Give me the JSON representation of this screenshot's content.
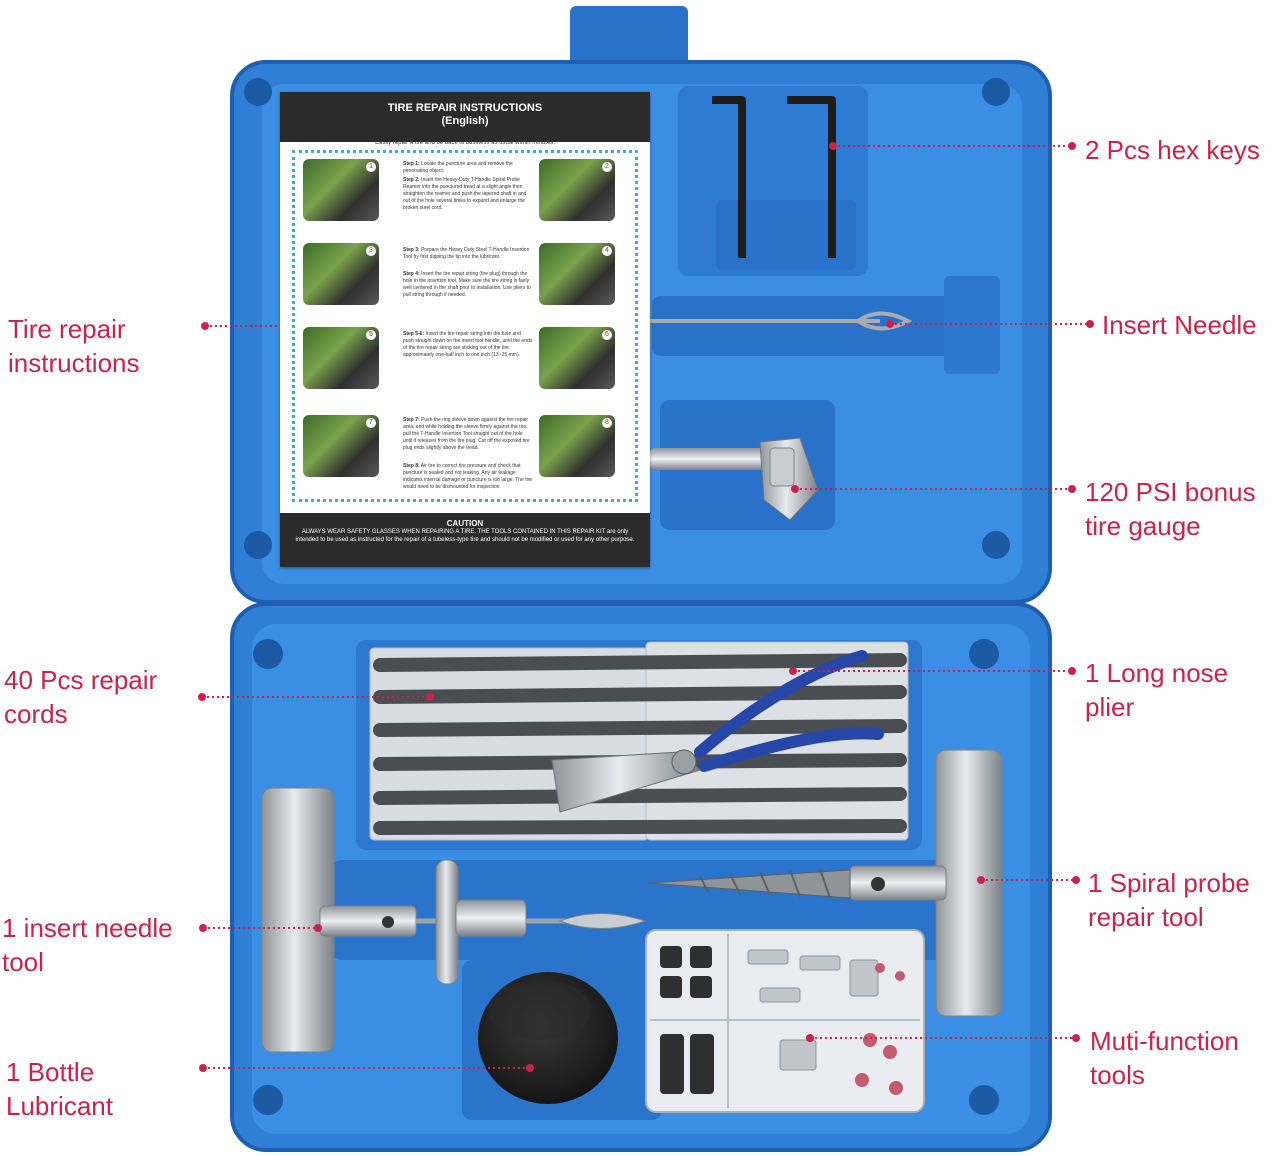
{
  "labels": {
    "hex_keys": "2 Pcs hex keys",
    "tire_instructions": "Tire repair\ninstructions",
    "insert_needle": "Insert Needle",
    "tire_gauge": "120 PSI bonus\ntire gauge",
    "repair_cords": "40 Pcs repair\ncords",
    "long_nose_plier": "1 Long nose\nplier",
    "spiral_probe": "1 Spiral probe\nrepair tool",
    "insert_needle_tool": "1 insert needle\ntool",
    "bottle_lubricant": "1 Bottle\nLubricant",
    "multi_function": "Muti-function\ntools"
  },
  "instruction_sheet": {
    "title": "TIRE REPAIR INSTRUCTIONS",
    "subtitle": "(English)",
    "tagline": "Easily repair a tire and be back to business as usual within minutes.",
    "steps": [
      {
        "n": "1",
        "label": "Step 1:",
        "text": "Locate the puncture area and remove the penetrating object."
      },
      {
        "n": "2",
        "label": "Step 2:",
        "text": "Insert the Heavy-Duty T-Handle Spiral Probe Reamer into the punctured tread at a slight angle then straighten the reamer and push the tapered shaft in and out of the hole several times to expand and enlarge the broken steel cord."
      },
      {
        "n": "3",
        "label": "Step 3:",
        "text": "Prepare the Heavy Duty Steel T-Handle Insertion Tool by first dipping the tip into the lubricant."
      },
      {
        "n": "4",
        "label": "Step 4:",
        "text": "Insert the tire repair string (tire plug) through the hole in the insertion tool. Make sure the tire string is fairly well centered in the shaft prior to installation. Use pliers to pull string through if needed."
      },
      {
        "n": "5",
        "label": "Step 5-6:",
        "text": "Insert the tire repair string into the hole and push straight down on the insert tool handle, until the ends of the tire repair string are sticking out of the tire approximately one-half inch to one inch (13 -25 mm)."
      },
      {
        "n": "6",
        "label": "",
        "text": ""
      },
      {
        "n": "7",
        "label": "Step 7:",
        "text": "Push the ring sleeve down against the tire repair area, and while holding the sleeve firmly against the tire, pull the T-Handle Insertion Tool straight out of the hole until it releases from the tire plug. Cut off the exposed tire plug ends slightly above the tread."
      },
      {
        "n": "8",
        "label": "Step 8:",
        "text": "Air tire to correct tire pressure and check that puncture is sealed and not leaking. Any air leakage indicates internal damage or puncture is too large. The tire would need to be dismounted for inspection."
      }
    ],
    "caution_title": "CAUTION",
    "caution_text": "ALWAYS WEAR SAFETY GLASSES WHEN REPAIRING A TIRE. THE TOOLS CONTAINED IN THIS REPAIR KIT are only intended to be used as instructed for the repair of a tubeless-type tire and should not be modified or used for any other purpose."
  },
  "colors": {
    "case_blue": "#2f7fd6",
    "case_blue_dark": "#1f5fae",
    "foam_blue": "#3a8ee4",
    "label_red": "#c8234a",
    "sheet_dark": "#2b2b2b"
  }
}
